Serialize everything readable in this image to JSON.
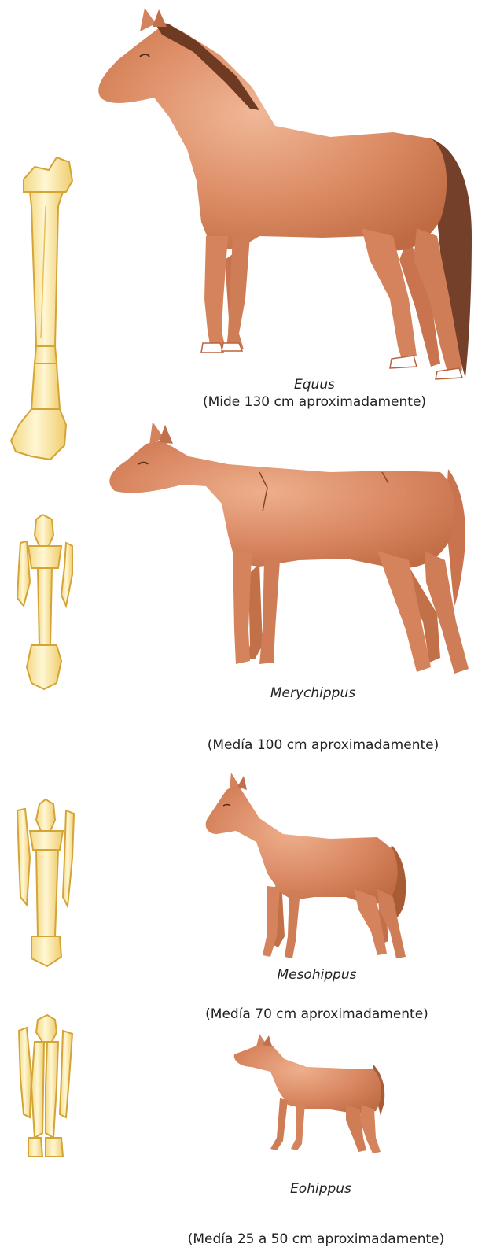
{
  "stages": [
    {
      "genus": "Equus",
      "size": "(Mide 130 cm aproximadamente)"
    },
    {
      "genus": "Merychippus",
      "size": "(Medía 100 cm aproximadamente)"
    },
    {
      "genus": "Mesohippus",
      "size": "(Medía 70 cm aproximadamente)"
    },
    {
      "genus": "Eohippus",
      "size": "(Medía 25 a 50 cm aproximadamente)"
    }
  ],
  "colors": {
    "coat_light": "#e8a581",
    "coat_mid": "#d4835c",
    "coat_dark": "#b9633d",
    "mane": "#6f3a22",
    "bone": "#fbeeb6",
    "bone_outline": "#d9a93a",
    "hoof": "#ffffff"
  }
}
